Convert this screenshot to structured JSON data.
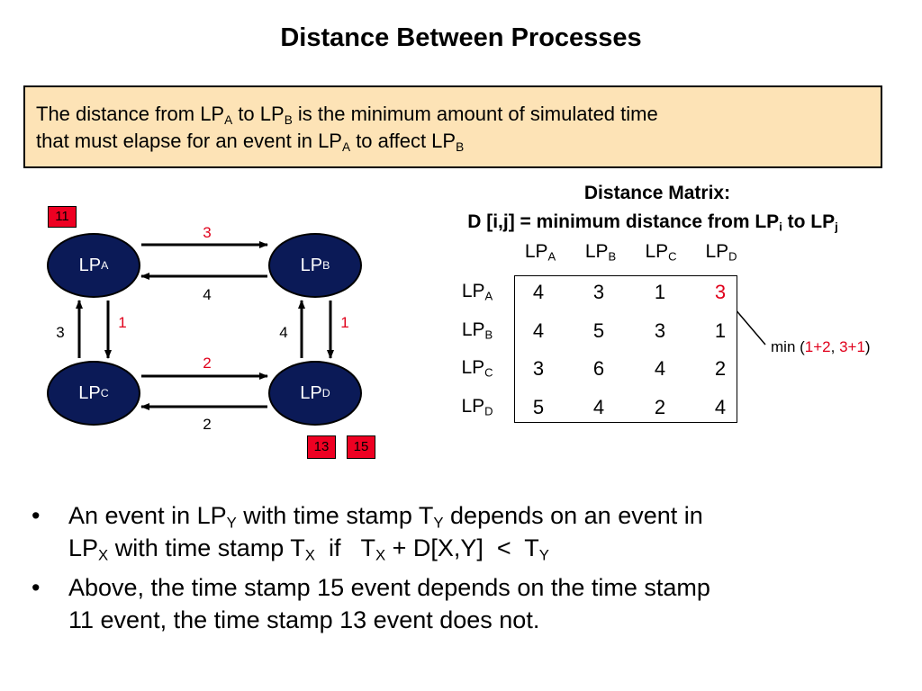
{
  "title": "Distance Between Processes",
  "definition": {
    "p1": "The distance from LP",
    "p1_sub": "A",
    "p2": " to LP",
    "p2_sub": "B",
    "p3": " is the minimum amount of simulated time",
    "p4": "that must elapse for an event in LP",
    "p4_sub": "A",
    "p5": " to affect LP",
    "p5_sub": "B"
  },
  "graph": {
    "nodes": {
      "a": {
        "base": "LP",
        "sub": "A"
      },
      "b": {
        "base": "LP",
        "sub": "B"
      },
      "c": {
        "base": "LP",
        "sub": "C"
      },
      "d": {
        "base": "LP",
        "sub": "D"
      }
    },
    "edges": {
      "a_to_b": "3",
      "b_to_a": "4",
      "c_to_a": "3",
      "a_to_c": "1",
      "d_to_b": "4",
      "b_to_d": "1",
      "c_to_d": "2",
      "d_to_c": "2"
    },
    "timestamps": {
      "a": "11",
      "d1": "13",
      "d2": "15"
    }
  },
  "matrix": {
    "heading1": "Distance Matrix:",
    "heading2_a": "D [i,j] = minimum distance from LP",
    "heading2_sub_i": "i",
    "heading2_b": " to LP",
    "heading2_sub_j": "j",
    "col_headers": [
      {
        "base": "LP",
        "sub": "A"
      },
      {
        "base": "LP",
        "sub": "B"
      },
      {
        "base": "LP",
        "sub": "C"
      },
      {
        "base": "LP",
        "sub": "D"
      }
    ],
    "row_headers": [
      {
        "base": "LP",
        "sub": "A"
      },
      {
        "base": "LP",
        "sub": "B"
      },
      {
        "base": "LP",
        "sub": "C"
      },
      {
        "base": "LP",
        "sub": "D"
      }
    ],
    "rows": [
      [
        "4",
        "3",
        "1",
        "3"
      ],
      [
        "4",
        "5",
        "3",
        "1"
      ],
      [
        "3",
        "6",
        "4",
        "2"
      ],
      [
        "5",
        "4",
        "2",
        "4"
      ]
    ],
    "highlight_color": "#e0001b",
    "annotation": {
      "prefix": "min (",
      "a": "1+2",
      "sep": ", ",
      "b": "3+1",
      "suffix": ")"
    }
  },
  "bullets": {
    "b1": {
      "t1": "An event in LP",
      "s1": "Y",
      "t2": " with time stamp T",
      "s2": "Y",
      "t3": " depends on an event in",
      "t4": "LP",
      "s4": "X",
      "t5": " with time stamp T",
      "s5": "X",
      "t6": "  if   T",
      "s6": "X",
      "t7": " + D[X,Y]  <  T",
      "s7": "Y"
    },
    "b2": {
      "line1": "Above, the time stamp 15 event depends on the time stamp",
      "line2": "11 event, the time stamp 13 event does not."
    },
    "marker": "•"
  }
}
